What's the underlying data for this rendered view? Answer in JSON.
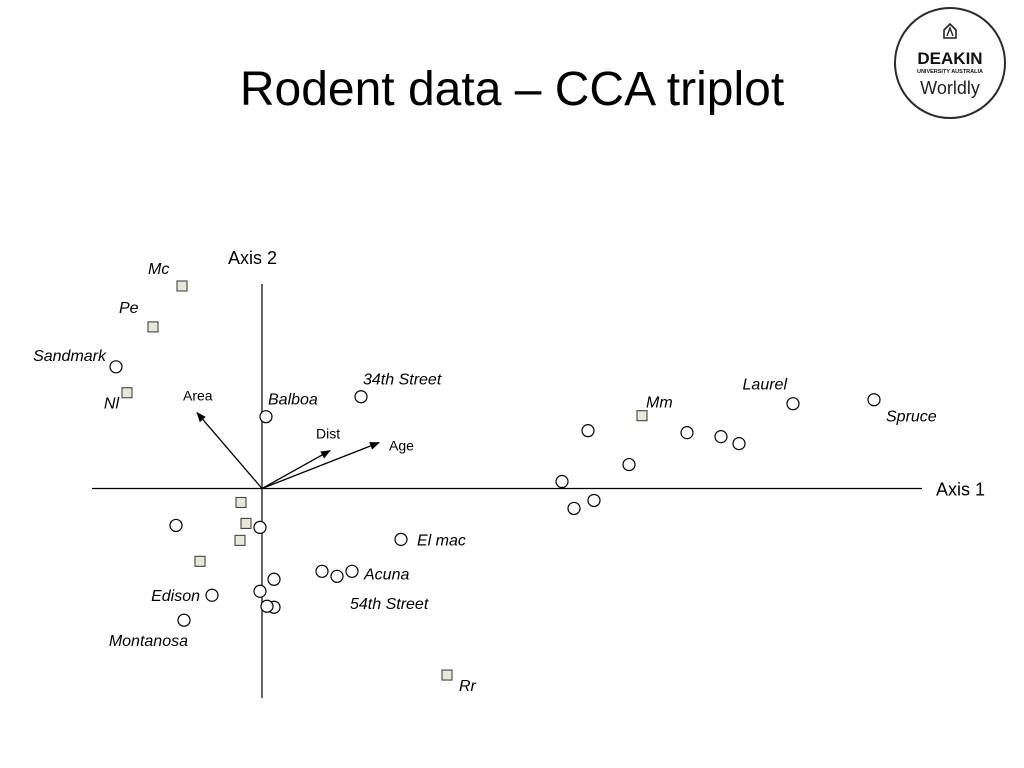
{
  "slide": {
    "title": "Rodent data – CCA triplot"
  },
  "logo": {
    "name": "DEAKIN",
    "sub": "UNIVERSITY AUSTRALIA",
    "tagline": "Worldly"
  },
  "chart_data": {
    "type": "scatter",
    "title": "Rodent data – CCA triplot",
    "xlabel": "Axis 1",
    "ylabel": "Axis 2",
    "xlim": [
      -1.7,
      6.6
    ],
    "ylim": [
      -2.1,
      2.05
    ],
    "grid": false,
    "sites": [
      {
        "x": -1.46,
        "y": 1.22,
        "label": "Sandmark"
      },
      {
        "x": 0.04,
        "y": 0.72,
        "label": "Balboa"
      },
      {
        "x": 0.99,
        "y": 0.92,
        "label": "34th Street"
      },
      {
        "x": 5.31,
        "y": 0.85,
        "label": "Laurel"
      },
      {
        "x": 6.12,
        "y": 0.89,
        "label": "Spruce"
      },
      {
        "x": 1.39,
        "y": -0.51,
        "label": "El mac"
      },
      {
        "x": 0.9,
        "y": -0.83,
        "label": "Acuna"
      },
      {
        "x": 0.12,
        "y": -1.19,
        "label": "54th Street"
      },
      {
        "x": -0.5,
        "y": -1.07,
        "label": "Edison"
      },
      {
        "x": -0.78,
        "y": -1.32,
        "label": "Montanosa"
      },
      {
        "x": 3.26,
        "y": 0.58
      },
      {
        "x": 4.25,
        "y": 0.56
      },
      {
        "x": 4.59,
        "y": 0.52
      },
      {
        "x": 4.77,
        "y": 0.45
      },
      {
        "x": 3.67,
        "y": 0.24
      },
      {
        "x": 3.0,
        "y": 0.07
      },
      {
        "x": 3.32,
        "y": -0.12
      },
      {
        "x": 3.12,
        "y": -0.2
      },
      {
        "x": -0.86,
        "y": -0.37
      },
      {
        "x": -0.02,
        "y": -0.39
      },
      {
        "x": 0.12,
        "y": -0.91
      },
      {
        "x": -0.02,
        "y": -1.03
      },
      {
        "x": 0.05,
        "y": -1.18
      },
      {
        "x": 0.6,
        "y": -0.83
      },
      {
        "x": 0.75,
        "y": -0.88
      }
    ],
    "species": [
      {
        "x": -0.8,
        "y": 2.03,
        "label": "Mc"
      },
      {
        "x": -1.09,
        "y": 1.62,
        "label": "Pe"
      },
      {
        "x": -1.35,
        "y": 0.96,
        "label": "Nl"
      },
      {
        "x": 3.8,
        "y": 0.73,
        "label": "Mm"
      },
      {
        "x": 1.85,
        "y": -1.87,
        "label": "Rr"
      },
      {
        "x": -0.21,
        "y": -0.14
      },
      {
        "x": -0.16,
        "y": -0.35
      },
      {
        "x": -0.22,
        "y": -0.52
      },
      {
        "x": -0.62,
        "y": -0.73
      }
    ],
    "environmental_vectors": [
      {
        "name": "Area",
        "x": -0.65,
        "y": 0.76
      },
      {
        "name": "Dist",
        "x": 0.68,
        "y": 0.38
      },
      {
        "name": "Age",
        "x": 1.17,
        "y": 0.46
      }
    ]
  }
}
